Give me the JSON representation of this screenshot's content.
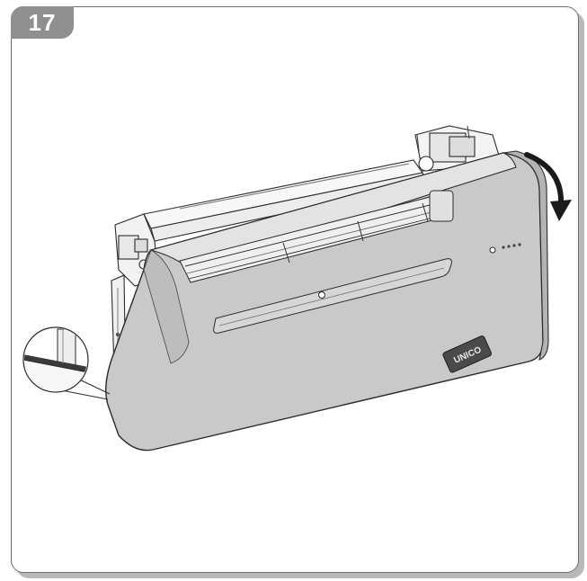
{
  "step": {
    "number": "17"
  },
  "brand": {
    "logo_text": "UNICO"
  },
  "colors": {
    "badge": "#8f8f8f",
    "frame": "#6e6e6e",
    "shadow": "#b9b9b9",
    "unit_body": "#c9c9c9",
    "unit_top": "#e3e3e3",
    "outline": "#2b2b2b"
  },
  "icons": [
    "rotation-arrow-icon",
    "detail-magnifier"
  ]
}
